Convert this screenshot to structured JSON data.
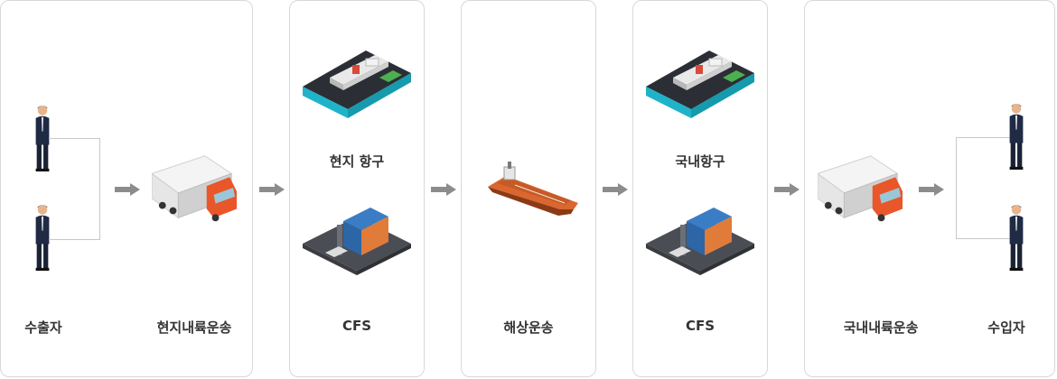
{
  "stages": {
    "exporter": "수출자",
    "local_inland": "현지내륙운송",
    "local_port": "현지 항구",
    "cfs_1": "CFS",
    "ocean": "해상운송",
    "domestic_port": "국내항구",
    "cfs_2": "CFS",
    "domestic_inland": "국내내륙운송",
    "importer": "수입자"
  },
  "icons": {
    "person": "businessman-icon",
    "truck": "truck-icon",
    "port": "port-icon",
    "cfs": "container-yard-icon",
    "ship": "cargo-ship-icon",
    "arrow": "arrow-right-icon"
  },
  "colors": {
    "arrow": "#8c8c8c",
    "border": "#d8d8d8",
    "truck_cab": "#e8562a",
    "water": "#1fb3c9",
    "ship_hull": "#d9672f"
  }
}
